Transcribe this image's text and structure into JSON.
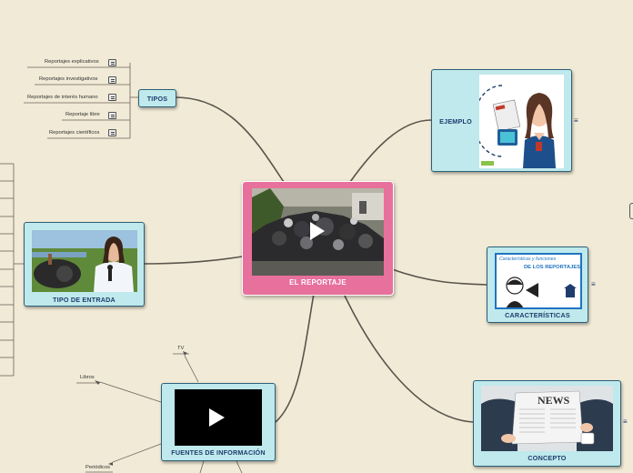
{
  "central": {
    "title": "EL REPORTAJE"
  },
  "tipos": {
    "label": "TIPOS",
    "items": [
      "Reportajes explicativos",
      "Reportajes investigativos",
      "Reportajes de interés humano",
      "Reportaje libre",
      "Reportajes científicos"
    ]
  },
  "tipo_entrada": {
    "label": "TIPO DE ENTRADA"
  },
  "fuentes": {
    "label": "FUENTES DE INFORMACIÓN",
    "items": [
      "TV",
      "Libros",
      "Periódicos"
    ]
  },
  "ejemplo": {
    "label": "EJEMPLO"
  },
  "caracteristicas": {
    "label": "CARACTERÍSTICAS",
    "image_text_top": "Características y funciones",
    "image_text_main": "DE LOS REPORTAJES"
  },
  "concepto": {
    "label": "CONCEPTO",
    "image_text": "NEWS"
  },
  "icons": [
    "note-icon",
    "play-icon"
  ],
  "colors": {
    "background": "#f1ead6",
    "central": "#e8709c",
    "node": "#bfe9ec",
    "node_border": "#2e5f78",
    "label": "#1f3c6e"
  }
}
